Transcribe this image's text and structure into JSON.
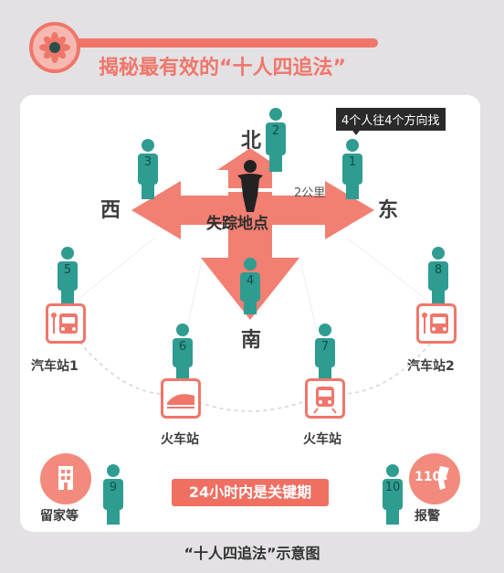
{
  "header": {
    "title": "揭秘最有效的“十人四追法”"
  },
  "map": {
    "north": "北",
    "south": "南",
    "west": "西",
    "east": "东",
    "center_label": "失踪地点",
    "distance_label": "2公里",
    "direction_tag": "4个人往4个方向找"
  },
  "people": [
    "1",
    "2",
    "3",
    "4",
    "5",
    "6",
    "7",
    "8",
    "9",
    "10"
  ],
  "places": {
    "bus_station_1": "汽车站1",
    "bus_station_2": "汽车站2",
    "train_station_left": "火车站",
    "train_station_right": "火车站",
    "stay_home": "留家等",
    "report_police": "报警",
    "police_number": "110"
  },
  "key_banner": "24小时内是关键期",
  "caption": "“十人四追法”示意图",
  "colors": {
    "accent": "#f0766a",
    "person": "#2f9c91",
    "panel": "#ffffff",
    "background": "#e3e1e4"
  },
  "icons": [
    "flower-logo-icon",
    "person-icon",
    "bus-icon",
    "train-icon",
    "building-icon",
    "phone-icon"
  ]
}
